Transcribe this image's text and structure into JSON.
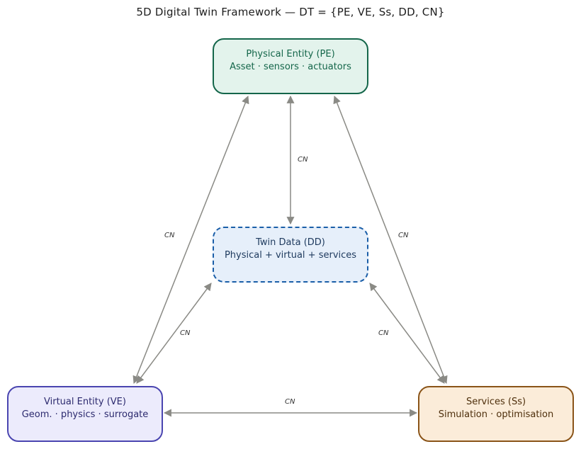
{
  "title": "5D Digital Twin Framework  —  DT = {PE, VE, Ss, DD, CN}",
  "nodes": {
    "pe": {
      "line1": "Physical Entity (PE)",
      "line2": "Asset · sensors · actuators"
    },
    "dd": {
      "line1": "Twin Data (DD)",
      "line2": "Physical + virtual + services"
    },
    "ve": {
      "line1": "Virtual Entity (VE)",
      "line2": "Geom. · physics · surrogate"
    },
    "ss": {
      "line1": "Services (Ss)",
      "line2": "Simulation · optimisation"
    }
  },
  "edges": {
    "pe_dd": "CN",
    "pe_ve": "CN",
    "pe_ss": "CN",
    "dd_ve": "CN",
    "dd_ss": "CN",
    "ve_ss": "CN"
  },
  "colors": {
    "edge": "#8a8a85",
    "pe": "#14664a",
    "dd": "#1a5ea8",
    "ve": "#4a45b0",
    "ss": "#8a5418"
  }
}
